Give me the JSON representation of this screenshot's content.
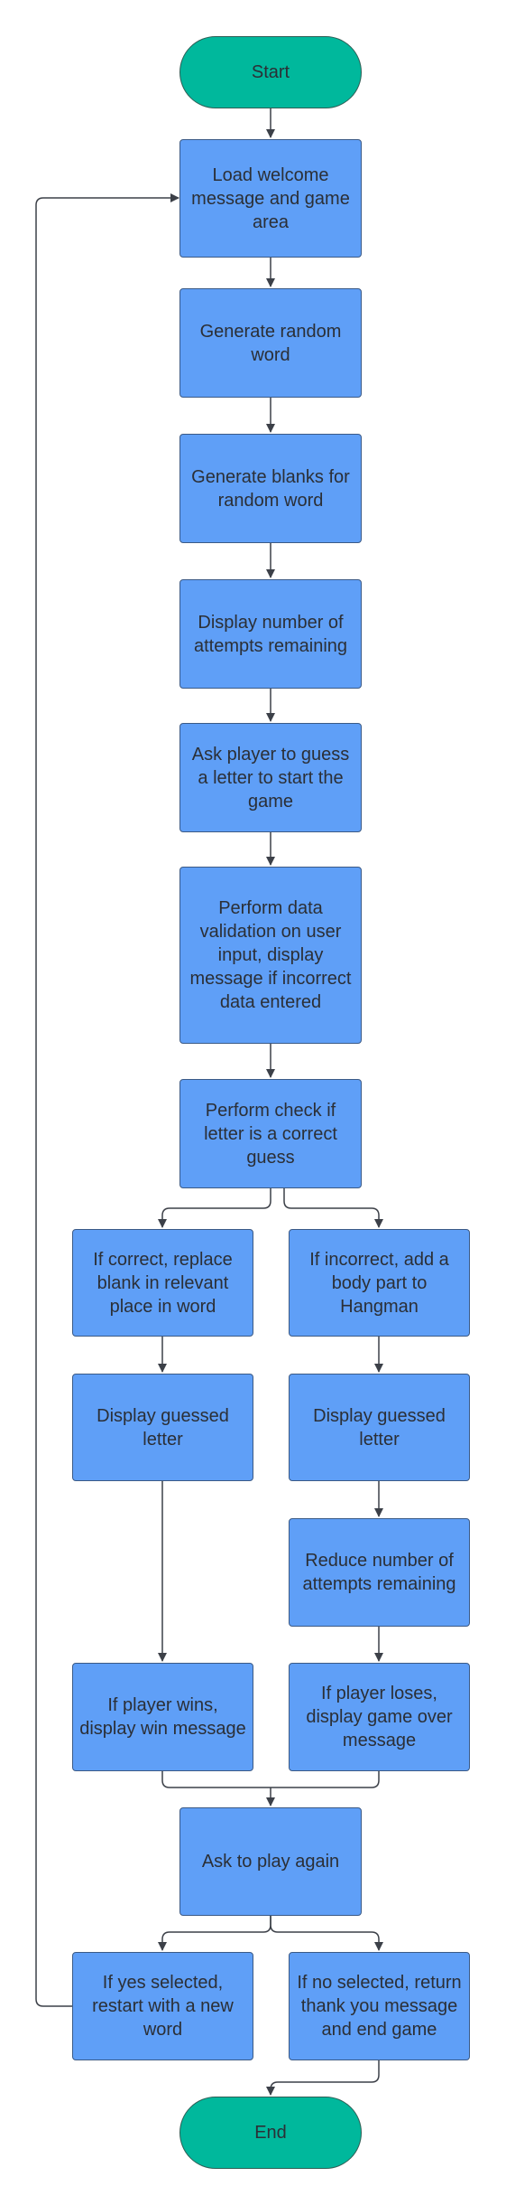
{
  "colors": {
    "process_fill": "#5f9ff7",
    "process_stroke": "#3b5a86",
    "terminal_fill": "#00b89c",
    "line": "#3c4048",
    "text": "#2b2f36"
  },
  "nodes": {
    "start": "Start",
    "load_welcome": "Load welcome message and game area",
    "generate_word": "Generate random word",
    "generate_blanks": "Generate blanks for random word",
    "display_attempts": "Display number of attempts remaining",
    "ask_guess": "Ask player to guess a letter to start the game",
    "validate": "Perform data validation on user input, display message if incorrect data entered",
    "check": "Perform check if letter is a correct guess",
    "if_correct": "If correct, replace blank in relevant place in word",
    "if_incorrect": "If incorrect, add a body part to Hangman",
    "display_left": "Display guessed letter",
    "display_right": "Display guessed letter",
    "reduce_attempts": "Reduce number of attempts remaining",
    "player_wins": "If player wins, display win message",
    "player_loses": "If player loses, display game over message",
    "play_again": "Ask to play again",
    "yes_restart": "If yes selected, restart with a new word",
    "no_end": "If no selected, return thank you message and end game",
    "end": "End"
  }
}
